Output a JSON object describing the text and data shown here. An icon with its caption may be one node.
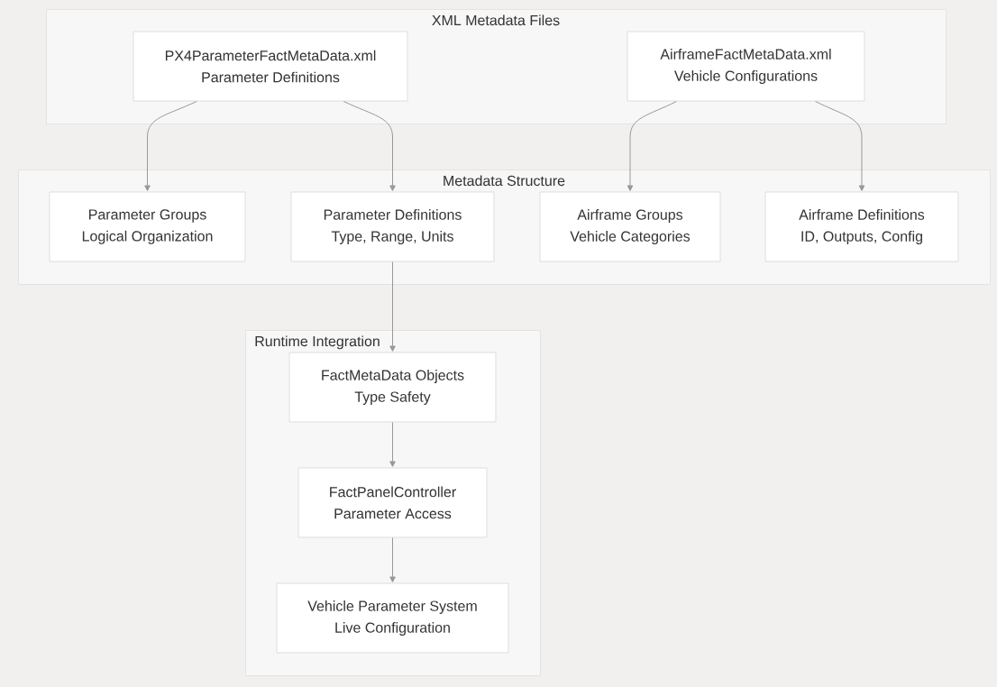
{
  "diagram": {
    "nodes": [
      {
        "text": [
          "XML Metadata Files"
        ]
      },
      {
        "text": [
          "PX4ParameterFactMetaData.xml",
          "Parameter Definitions"
        ],
        "in": 0
      },
      {
        "text": [
          "AirframeFactMetaData.xml",
          "Vehicle Configurations"
        ],
        "in": 0
      },
      {
        "text": [
          "Metadata Structure"
        ]
      },
      {
        "text": [
          "Parameter Groups",
          "Logical Organization"
        ],
        "in": 3
      },
      {
        "text": [
          "Parameter Definitions",
          "Type, Range, Units"
        ],
        "in": 3
      },
      {
        "text": [
          "Airframe Groups",
          "Vehicle Categories"
        ],
        "in": 3
      },
      {
        "text": [
          "Airframe Definitions",
          "ID, Outputs, Config"
        ],
        "in": 3
      },
      {
        "text": [
          "Runtime Integration"
        ]
      },
      {
        "text": [
          "FactMetaData Objects",
          "Type Safety"
        ],
        "in": 8
      },
      {
        "text": [
          "FactPanelController",
          "Parameter Access"
        ],
        "in": 8
      },
      {
        "text": [
          "Vehicle Parameter System",
          "Live Configuration"
        ],
        "in": 8
      }
    ],
    "edges": [
      {
        "from": 1,
        "to": 4,
        "arrow": "to"
      },
      {
        "from": 1,
        "to": 5,
        "arrow": "to"
      },
      {
        "from": 2,
        "to": 6,
        "arrow": "to"
      },
      {
        "from": 2,
        "to": 7,
        "arrow": "to"
      },
      {
        "from": 5,
        "to": 9,
        "arrow": "to"
      },
      {
        "from": 9,
        "to": 10,
        "arrow": "to"
      },
      {
        "from": 10,
        "to": 11,
        "arrow": "to"
      }
    ]
  }
}
